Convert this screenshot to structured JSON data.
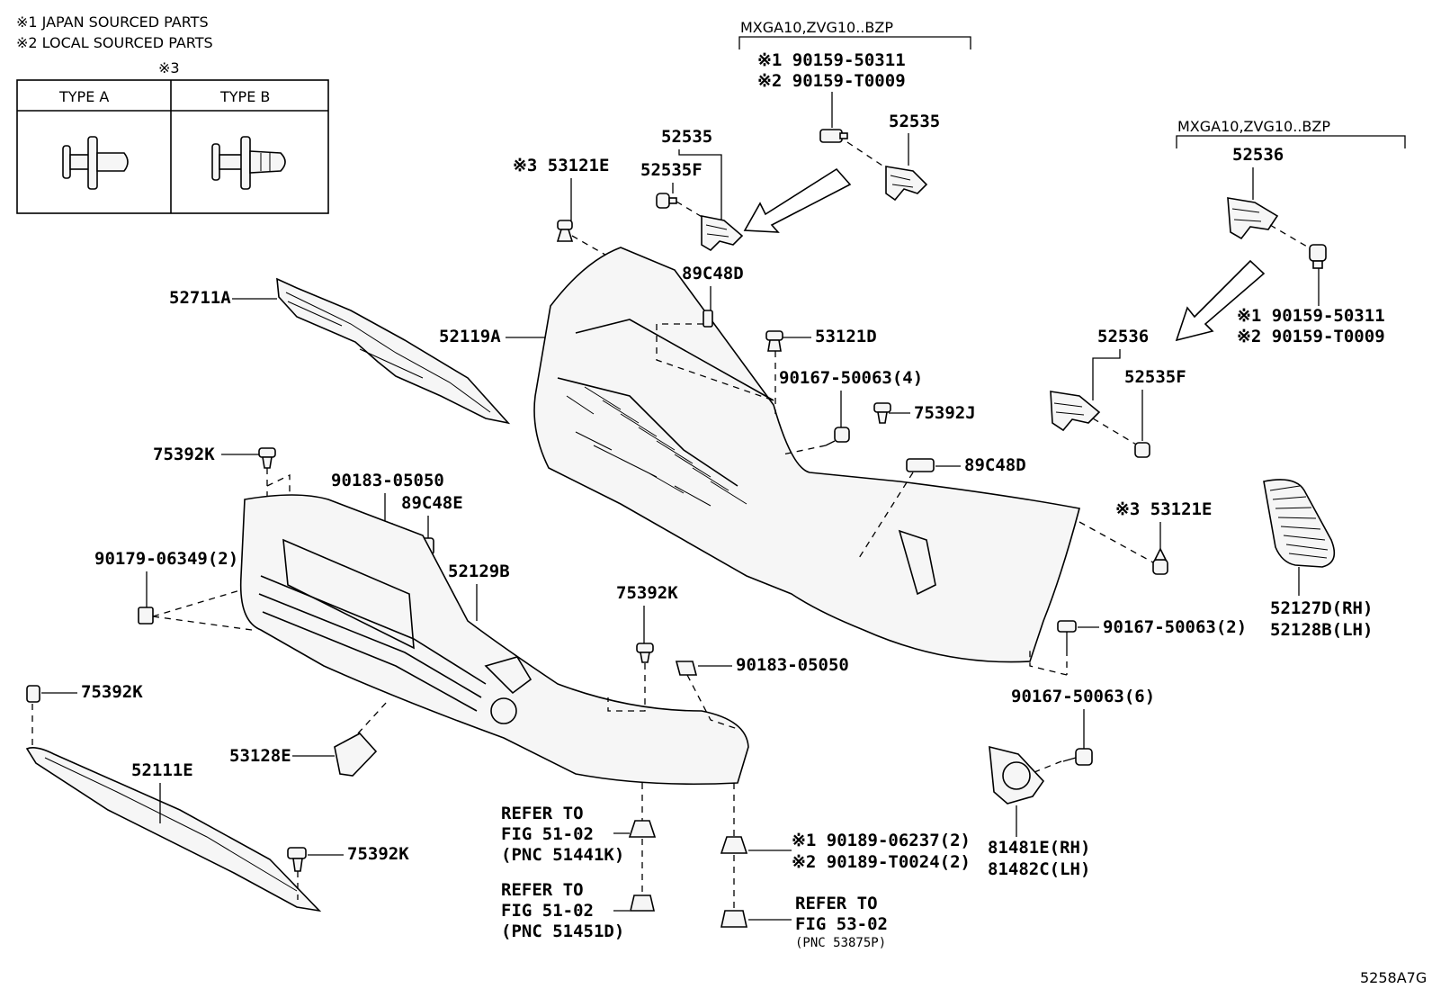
{
  "legend": {
    "note1": "※1 JAPAN SOURCED PARTS",
    "note2": "※2 LOCAL SOURCED PARTS",
    "note3_mark": "※3",
    "type_a": "TYPE A",
    "type_b": "TYPE B"
  },
  "groups": {
    "top_bracket_model": "MXGA10,ZVG10..BZP",
    "right_bracket_model": "MXGA10,ZVG10..BZP"
  },
  "labels": {
    "p_90159_50311_top": "※1 90159-50311",
    "p_90159_T0009_top": "※2 90159-T0009",
    "p_52535_a": "52535",
    "p_52535_b": "52535",
    "p_52535F_a": "52535F",
    "p_53121E_top": "※3 53121E",
    "p_52536_a": "52536",
    "p_52536_b": "52536",
    "p_52535F_b": "52535F",
    "p_90159_50311_right": "※1 90159-50311",
    "p_90159_T0009_right": "※2 90159-T0009",
    "p_52711A": "52711A",
    "p_89C48D_a": "89C48D",
    "p_52119A": "52119A",
    "p_53121D": "53121D",
    "p_90167_50063_4": "90167-50063(4)",
    "p_75392J": "75392J",
    "p_89C48D_b": "89C48D",
    "p_75392K_a": "75392K",
    "p_90183_05050_a": "90183-05050",
    "p_89C48E": "89C48E",
    "p_53121E_right": "※3 53121E",
    "p_90179_06349": "90179-06349(2)",
    "p_52129B": "52129B",
    "p_52127D": "52127D(RH)",
    "p_52128B": "52128B(LH)",
    "p_75392K_b": "75392K",
    "p_90167_50063_2": "90167-50063(2)",
    "p_90183_05050_b": "90183-05050",
    "p_75392K_c": "75392K",
    "p_90167_50063_6": "90167-50063(6)",
    "p_53128E": "53128E",
    "p_52111E": "52111E",
    "p_81481E": "81481E(RH)",
    "p_81482C": "81482C(LH)",
    "p_90189_06237": "※1 90189-06237(2)",
    "p_90189_T0024": "※2 90189-T0024(2)",
    "p_75392K_d": "75392K",
    "ref1_line1": "REFER TO",
    "ref1_line2": "FIG 51-02",
    "ref1_line3": "(PNC 51441K)",
    "ref2_line1": "REFER TO",
    "ref2_line2": "FIG 51-02",
    "ref2_line3": "(PNC 51451D)",
    "ref3_line1": "REFER TO",
    "ref3_line2": "FIG 53-02",
    "ref3_line3": "(PNC 53875P)",
    "figure_id": "5258A7G"
  }
}
